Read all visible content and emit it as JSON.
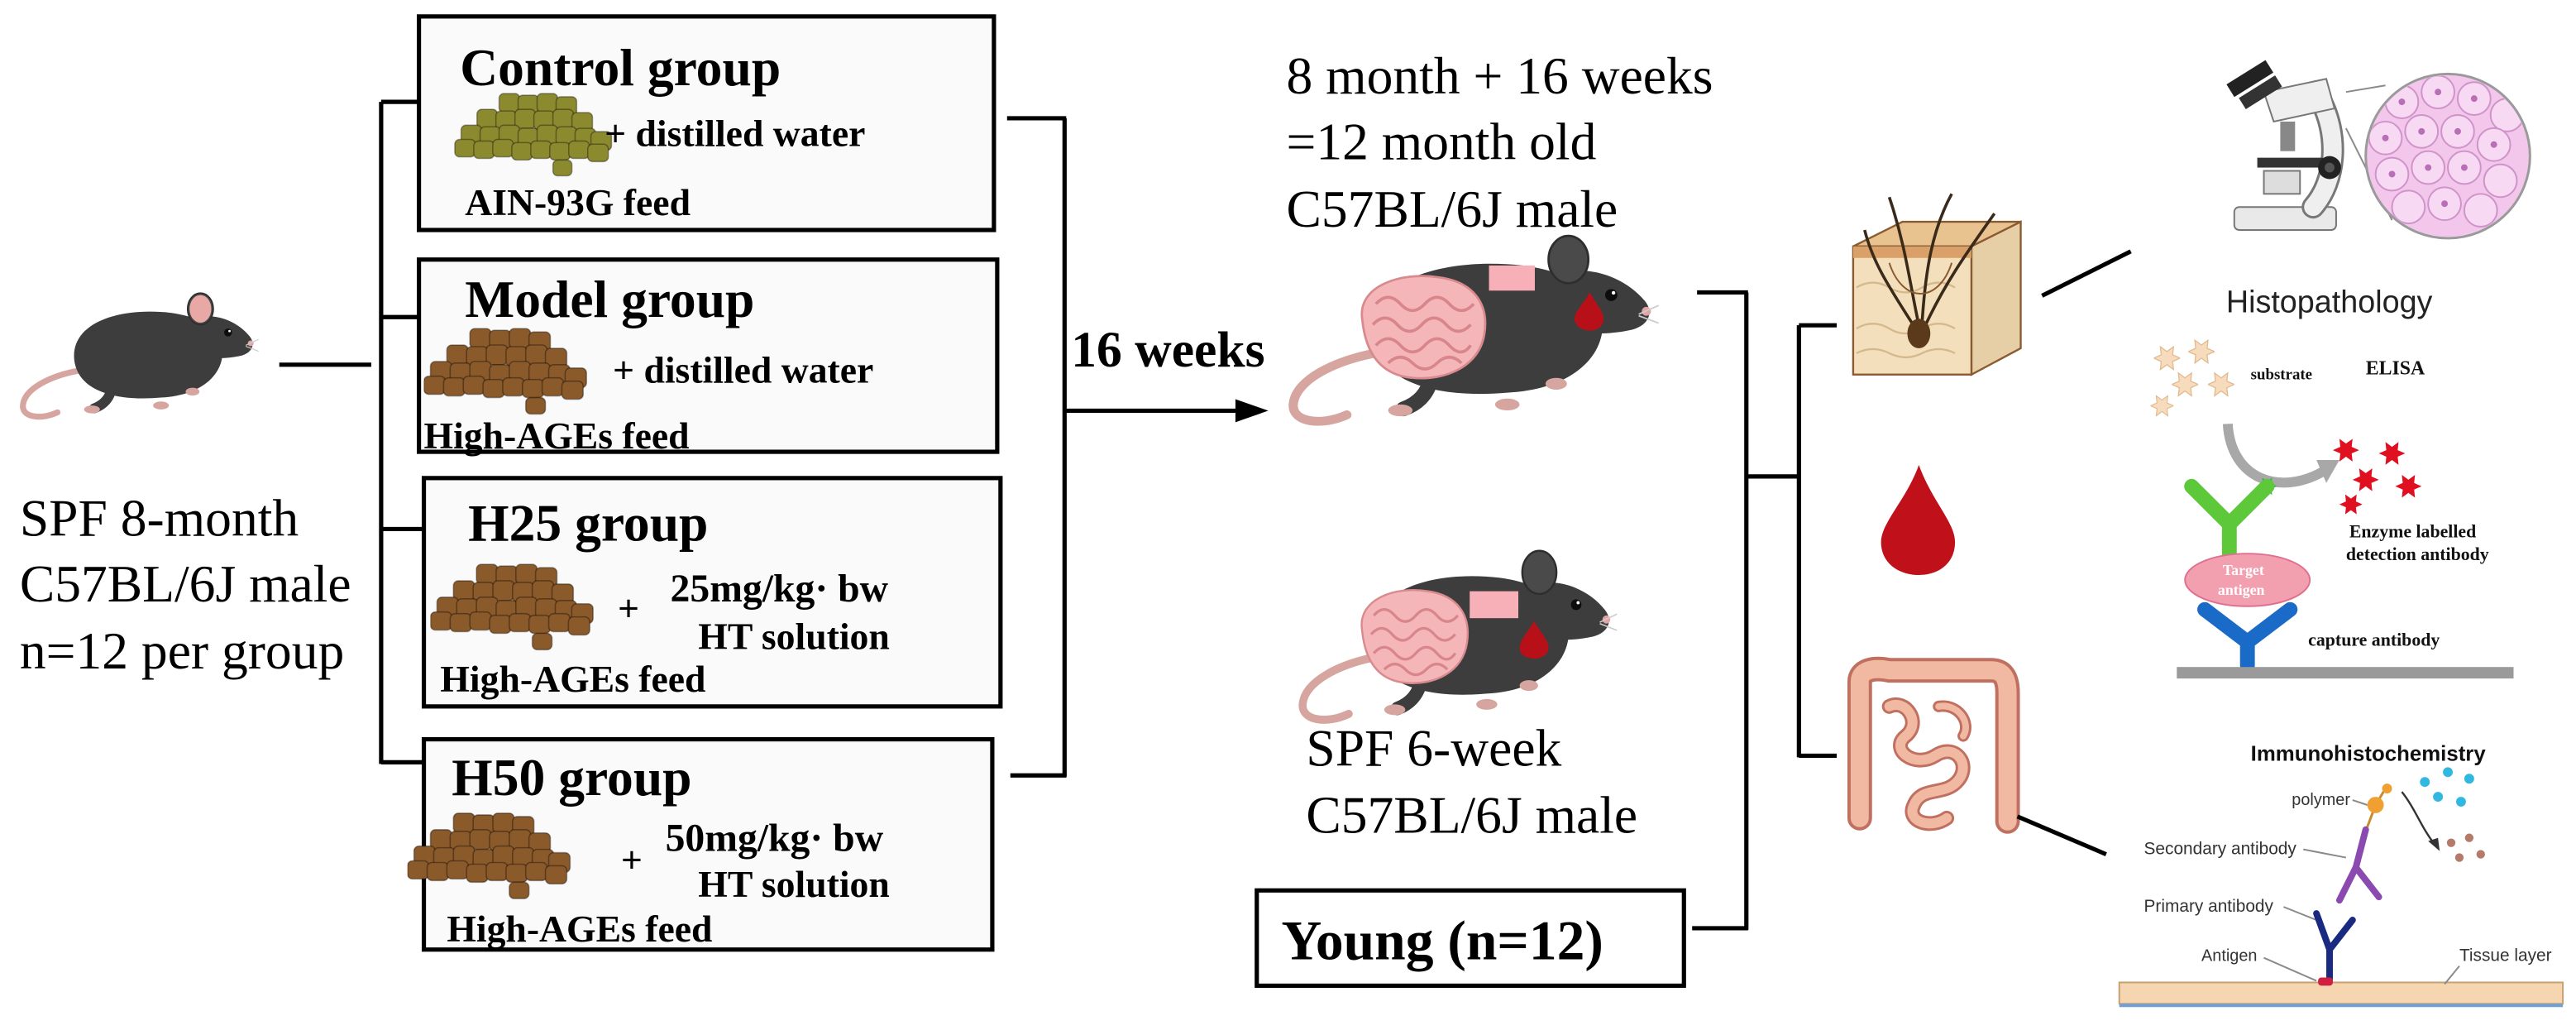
{
  "source_mouse": {
    "lines": [
      "SPF 8-month",
      "C57BL/6J male",
      "n=12 per group"
    ]
  },
  "groups": [
    {
      "title": "Control group",
      "treatment": "+ distilled water",
      "feed": "AIN-93G feed",
      "feed_color": "#8c8a2f"
    },
    {
      "title": "Model group",
      "treatment": "+ distilled water",
      "feed": "High-AGEs feed",
      "feed_color": "#8b5a2b"
    },
    {
      "title": "H25 group",
      "plus": "+",
      "dose": "25mg/kg· bw",
      "solution": "HT solution",
      "feed": "High-AGEs feed",
      "feed_color": "#8b5a2b"
    },
    {
      "title": "H50 group",
      "plus": "+",
      "dose": "50mg/kg· bw",
      "solution": "HT solution",
      "feed": "High-AGEs feed",
      "feed_color": "#8b5a2b"
    }
  ],
  "duration": "16 weeks",
  "aged_mice": {
    "lines": [
      "8 month + 16 weeks",
      "=12 month old",
      "C57BL/6J male"
    ]
  },
  "young_mice": {
    "lines": [
      "SPF 6-week",
      "C57BL/6J male"
    ],
    "group_label": "Young (n=12)"
  },
  "histopathology": {
    "title": "Histopathology"
  },
  "elisa": {
    "title": "ELISA",
    "substrate": "substrate",
    "detection_antibody": [
      "Enzyme labelled",
      "detection antibody"
    ],
    "target_antigen": [
      "Target",
      "antigen"
    ],
    "capture_antibody": "capture antibody"
  },
  "ihc": {
    "title": "Immunohistochemistry",
    "polymer": "polymer",
    "secondary_antibody": "Secondary antibody",
    "primary_antibody": "Primary antibody",
    "antigen": "Antigen",
    "tissue_layer": "Tissue layer"
  },
  "icons": [
    "mouse-icon",
    "feed-pellets-icon",
    "skin-icon",
    "blood-drop-icon",
    "intestine-icon",
    "microscope-icon",
    "tissue-section-icon"
  ],
  "colors": {
    "blood": "#c0101a",
    "capture_antibody": "#1a6ac8",
    "detection_antibody": "#5cc83a",
    "enzyme_product": "#e01020",
    "target_antigen": "#f2a0b0"
  }
}
